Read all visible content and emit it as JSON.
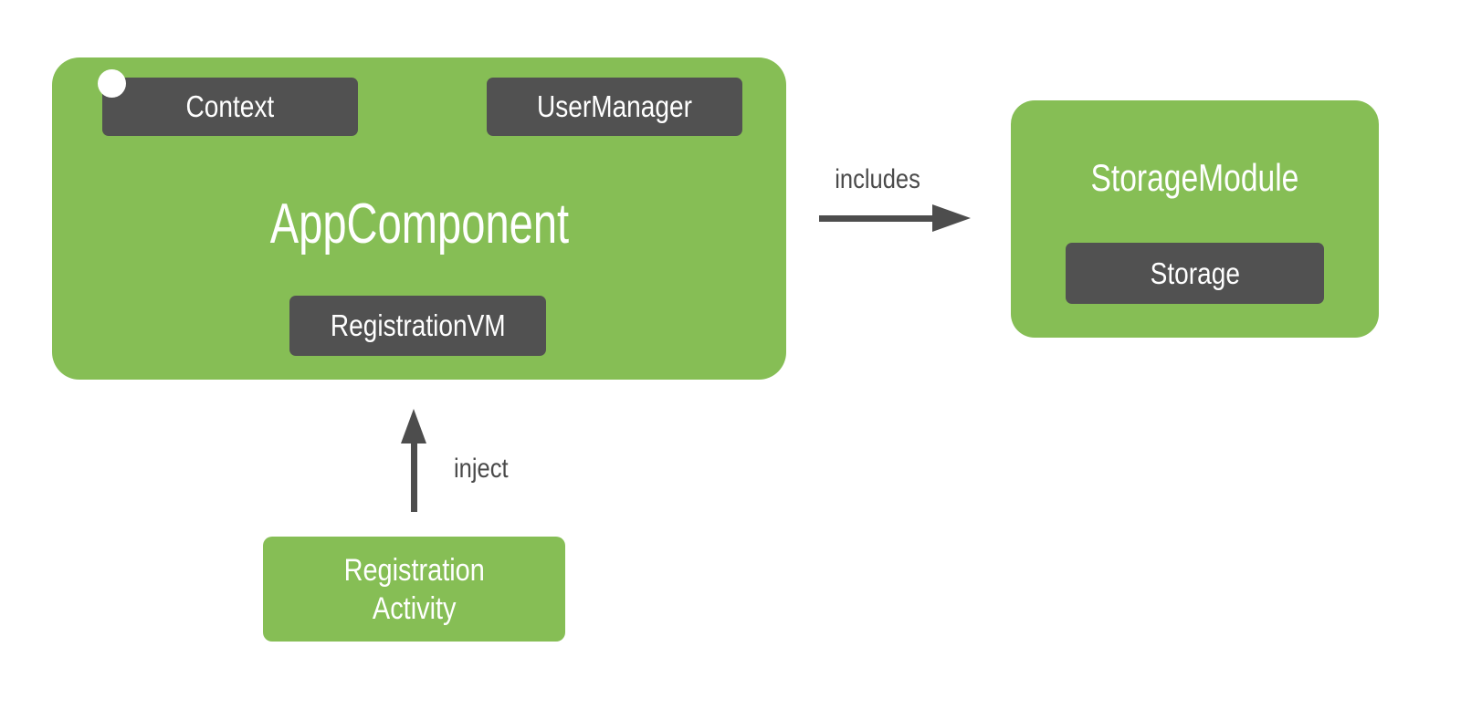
{
  "colors": {
    "background": "#FFFFFF",
    "green": "#86BE55",
    "chip": "#515151",
    "arrow": "#4D4D4D",
    "edge_label": "#4A4A4A",
    "text_white": "#FFFFFF"
  },
  "diagram": {
    "app_component": {
      "title": "AppComponent",
      "provided": {
        "context": "Context",
        "user_manager": "UserManager",
        "registration_vm": "RegistrationVM"
      }
    },
    "storage_module": {
      "title": "StorageModule",
      "provided": {
        "storage": "Storage"
      }
    },
    "registration_activity": {
      "line1": "Registration",
      "line2": "Activity"
    },
    "edges": {
      "includes": "includes",
      "inject": "inject"
    }
  }
}
